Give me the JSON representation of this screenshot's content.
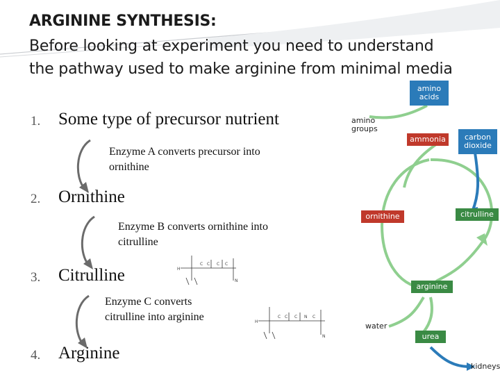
{
  "header": {
    "title": "ARGININE SYNTHESIS:",
    "subtitle_line1": "Before looking at experiment you need to understand",
    "subtitle_line2": "the pathway used to make arginine from minimal media"
  },
  "steps": [
    {
      "number": "1.",
      "label": "Some type of precursor nutrient"
    },
    {
      "number": "2.",
      "label": "Ornithine"
    },
    {
      "number": "3.",
      "label": "Citrulline"
    },
    {
      "number": "4.",
      "label": "Arginine"
    }
  ],
  "enzymes": [
    {
      "line1": "Enzyme A converts precursor into",
      "line2": "ornithine"
    },
    {
      "line1": "Enzyme B converts ornithine into",
      "line2": "citrulline"
    },
    {
      "line1": "Enzyme C converts",
      "line2": "citrulline into arginine"
    }
  ],
  "cycle": {
    "amino_acids_l1": "amino",
    "amino_acids_l2": "acids",
    "amino_groups_l1": "amino",
    "amino_groups_l2": "groups",
    "ammonia": "ammonia",
    "carbon_dioxide_l1": "carbon",
    "carbon_dioxide_l2": "dioxide",
    "ornithine": "ornithine",
    "citrulline": "citrulline",
    "arginine": "arginine",
    "water": "water",
    "urea": "urea",
    "kidneys": "kidneys"
  },
  "colors": {
    "blue_box": "#2b7bb9",
    "red_box": "#c0392b",
    "green_box": "#3a8a44",
    "cycle_arrow": "#8fcf8f",
    "side_arrow_blue": "#2b7bb9",
    "bracket_arrow": "#6b6b6b"
  }
}
